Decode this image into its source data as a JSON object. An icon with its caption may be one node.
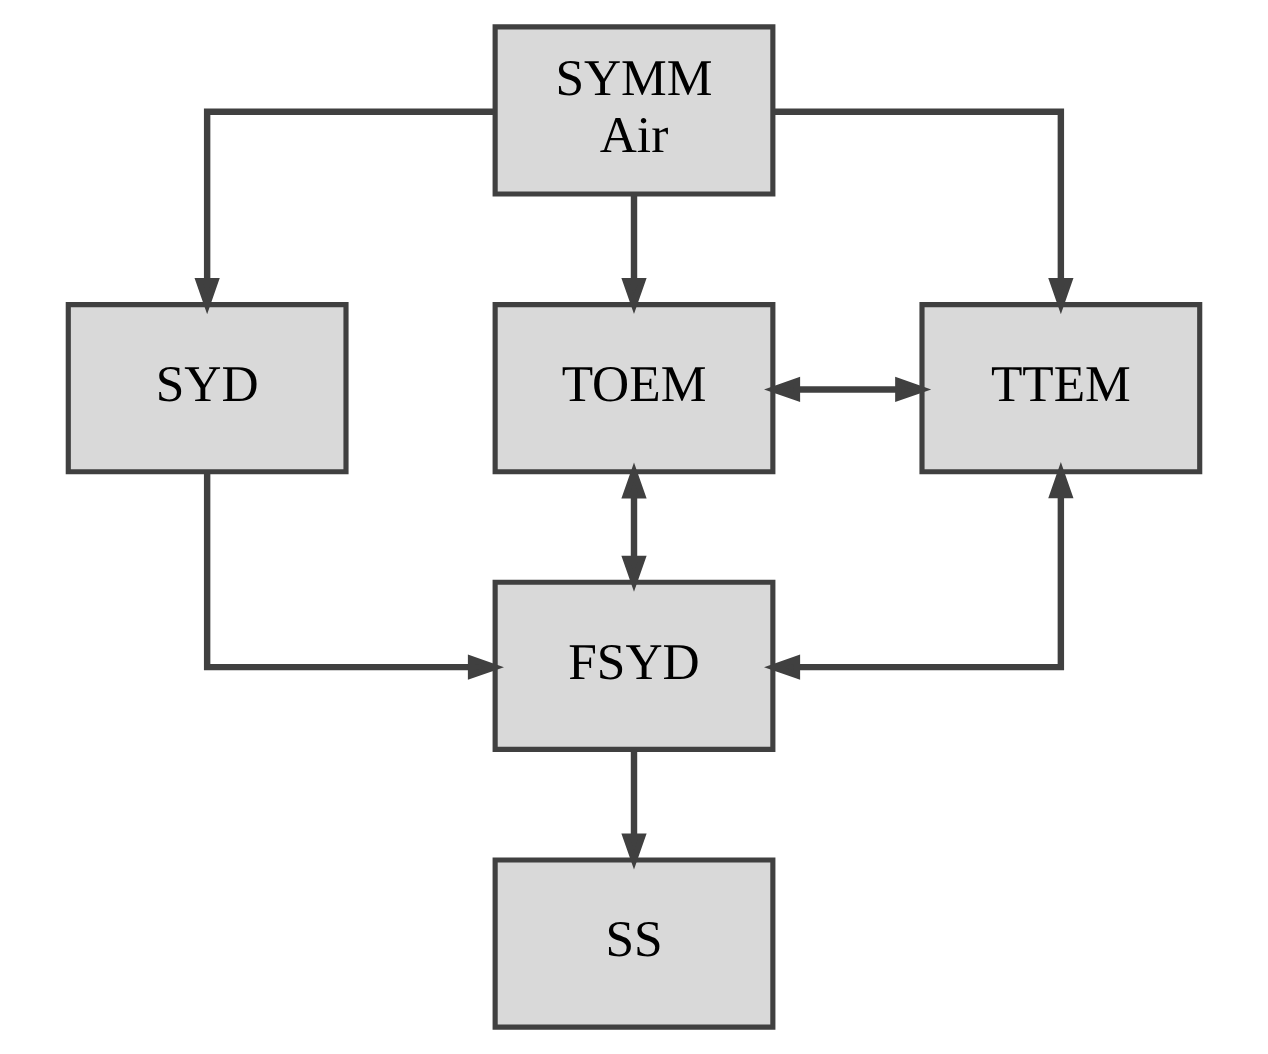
{
  "diagram": {
    "nodes": [
      {
        "text": [
          "SYMM Air"
        ]
      },
      {
        "text": [
          "SYD"
        ]
      },
      {
        "text": [
          "TOEM"
        ]
      },
      {
        "text": [
          "TTEM"
        ]
      },
      {
        "text": [
          "FSYD"
        ]
      },
      {
        "text": [
          "SS"
        ]
      }
    ],
    "edges": [
      {
        "from": 0,
        "to": 1,
        "arrow": "to"
      },
      {
        "from": 0,
        "to": 2,
        "arrow": "to"
      },
      {
        "from": 0,
        "to": 3,
        "arrow": "to"
      },
      {
        "from": 2,
        "to": 3,
        "arrow": "both"
      },
      {
        "from": 2,
        "to": 4,
        "arrow": "both"
      },
      {
        "from": 1,
        "to": 4,
        "arrow": "to"
      },
      {
        "from": 3,
        "to": 4,
        "arrow": "both"
      },
      {
        "from": 4,
        "to": 5,
        "arrow": "to"
      }
    ]
  }
}
